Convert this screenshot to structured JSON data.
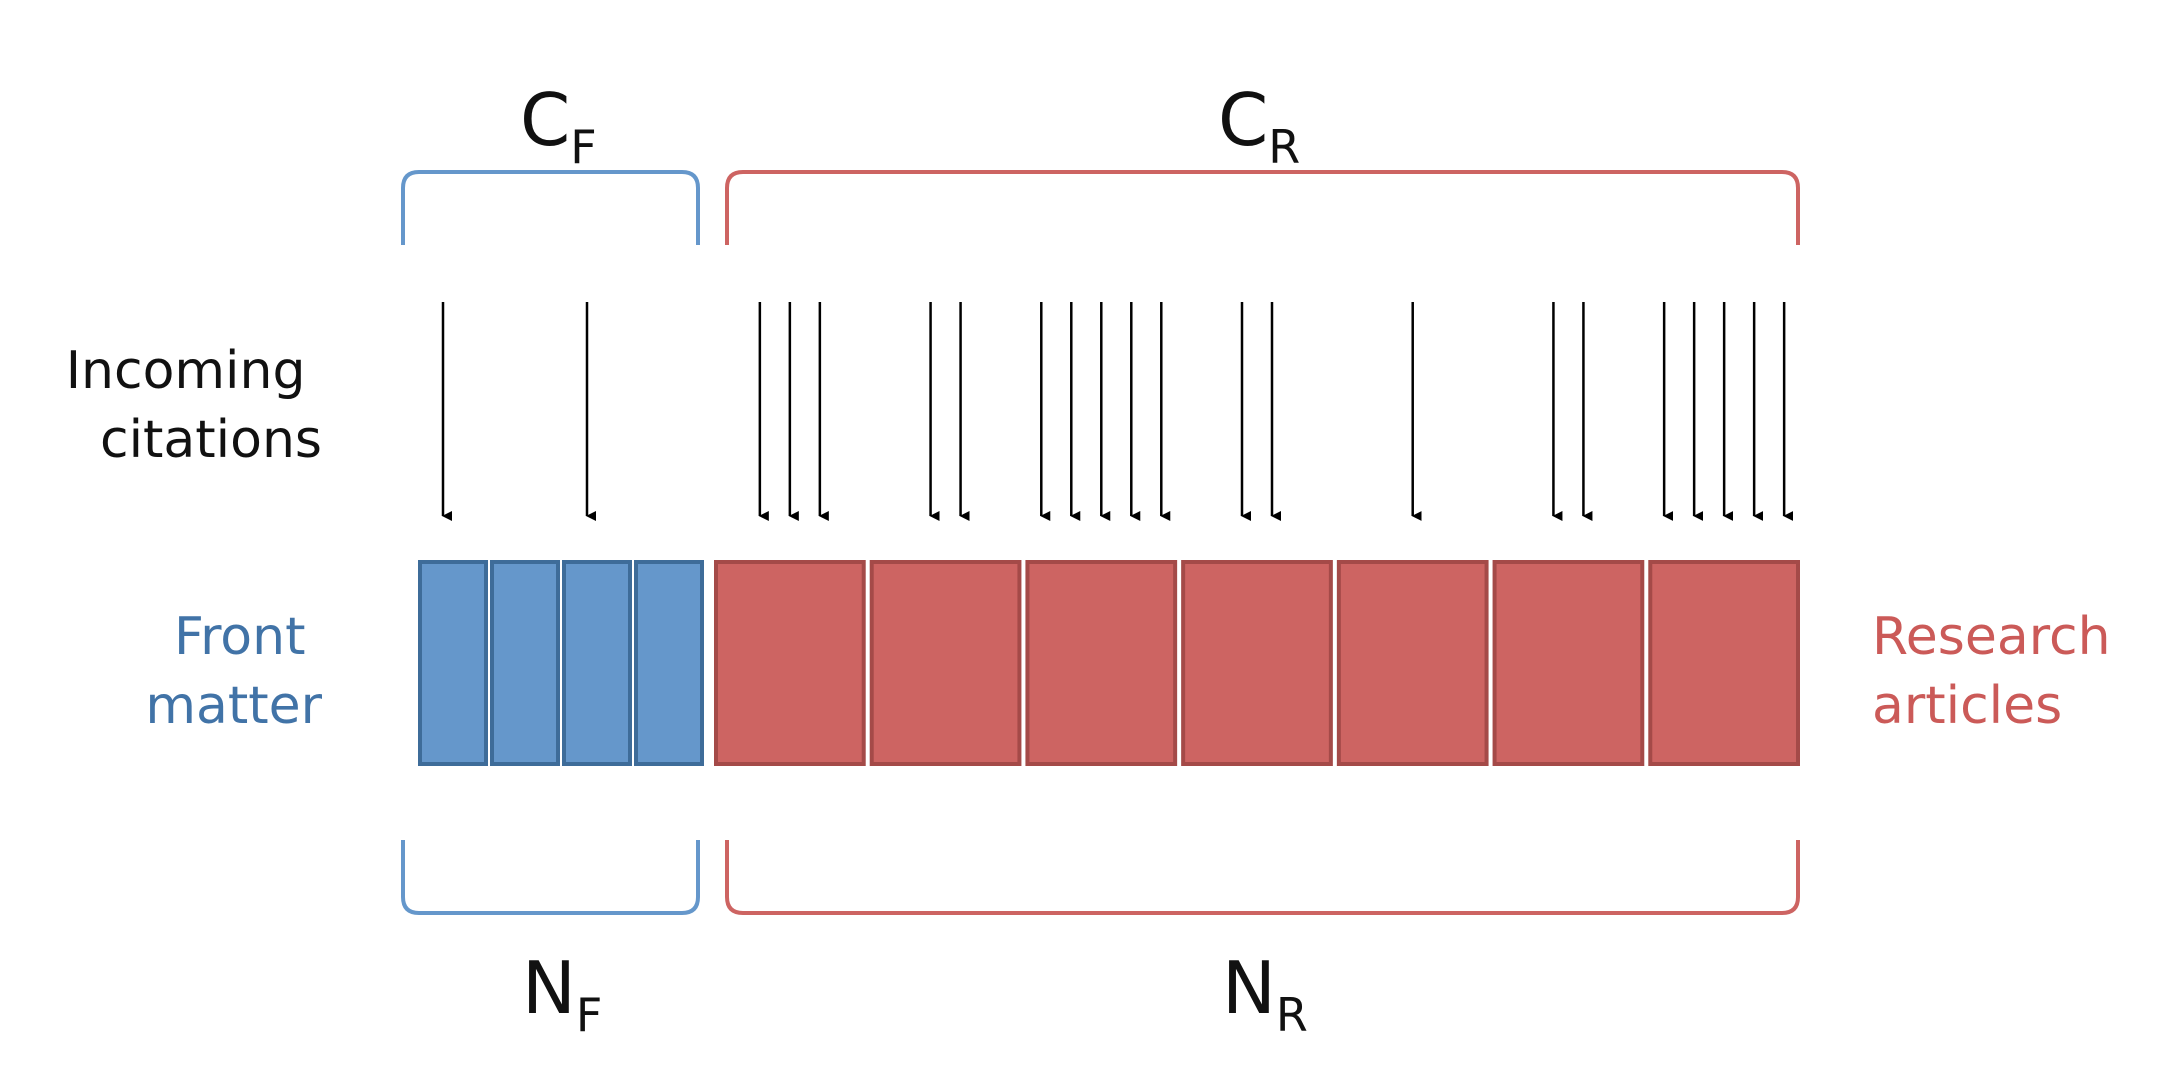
{
  "colors": {
    "front": "#6597cb",
    "front_stroke": "#3e6c99",
    "front_text": "#4173a7",
    "research": "#cd6462",
    "research_stroke": "#a44a48",
    "research_text": "#cb5a58",
    "arrow": "#000000",
    "text": "#111111"
  },
  "labels": {
    "c_front_main": "C",
    "c_front_sub": "F",
    "c_research_main": "C",
    "c_research_sub": "R",
    "n_front_main": "N",
    "n_front_sub": "F",
    "n_research_main": "N",
    "n_research_sub": "R",
    "incoming_line1": "Incoming",
    "incoming_line2": "citations",
    "front_line1": "Front",
    "front_line2": "matter",
    "research_line1": "Research",
    "research_line2": "articles"
  },
  "front_matter_items": 4,
  "research_article_items": 7,
  "citations": {
    "front": [
      1,
      0,
      1,
      0
    ],
    "research": [
      3,
      2,
      5,
      2,
      1,
      2,
      5
    ]
  }
}
